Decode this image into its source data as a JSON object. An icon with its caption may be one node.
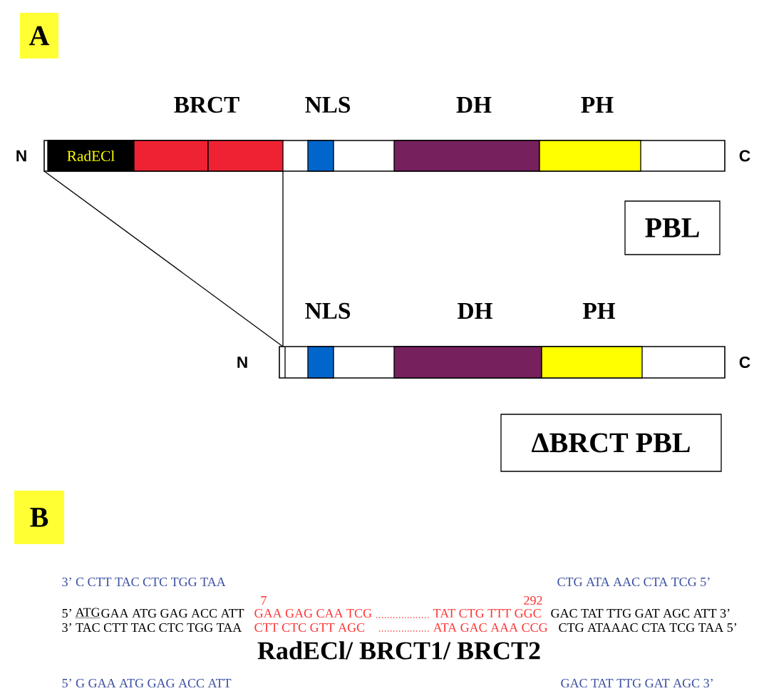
{
  "diagram": {
    "nodes": [
      {
        "text": [
          "A"
        ]
      },
      {
        "text": [],
        "shape": "bar",
        "beside": [
          "N",
          "C"
        ]
      },
      {
        "text": [
          "RadECl"
        ],
        "in": 1
      },
      {
        "text": [],
        "shape": "box",
        "in": 1
      },
      {
        "text": [],
        "shape": "box",
        "in": 1
      },
      {
        "text": [
          "NLS"
        ],
        "in": 1
      },
      {
        "text": [
          "DH"
        ],
        "in": 1
      },
      {
        "text": [
          "PH"
        ],
        "in": 1
      },
      {
        "text": [
          "PBL"
        ]
      },
      {
        "text": [],
        "shape": "bar",
        "beside": [
          "N",
          "C"
        ]
      },
      {
        "text": [
          "NLS"
        ],
        "in": 9
      },
      {
        "text": [
          "DH"
        ],
        "in": 9
      },
      {
        "text": [
          "PH"
        ],
        "in": 9
      },
      {
        "text": [
          "ΔBRCT PBL"
        ]
      },
      {
        "text": [
          "B"
        ]
      }
    ],
    "edges": [
      {
        "from": 1,
        "to": 9,
        "arrow": "none"
      },
      {
        "from": 4,
        "to": 9,
        "arrow": "none"
      }
    ],
    "labels": [
      "BRCT",
      "3’ C CTT TAC CTC TGG TAA",
      "CTG ATA AAC CTA TCG 5’",
      "7",
      "292",
      "5’",
      "ATG",
      "GAA ATG GAG ACC ATT",
      "GAA GAG CAA TCG",
      "TAT CTG TTT GGC",
      "GAC TAT TTG GAT AGC ATT 3’",
      "3’ TAC CTT TAC CTC TGG TAA",
      "CTT CTC GTT AGC",
      "ATA GAC AAA CCG",
      "CTG ATAAAC CTA TCG TAA 5’",
      "RadECl/ BRCT1/ BRCT2",
      "5’ G GAA ATG GAG ACC ATT",
      "GAC TAT TTG GAT AGC 3’"
    ]
  }
}
